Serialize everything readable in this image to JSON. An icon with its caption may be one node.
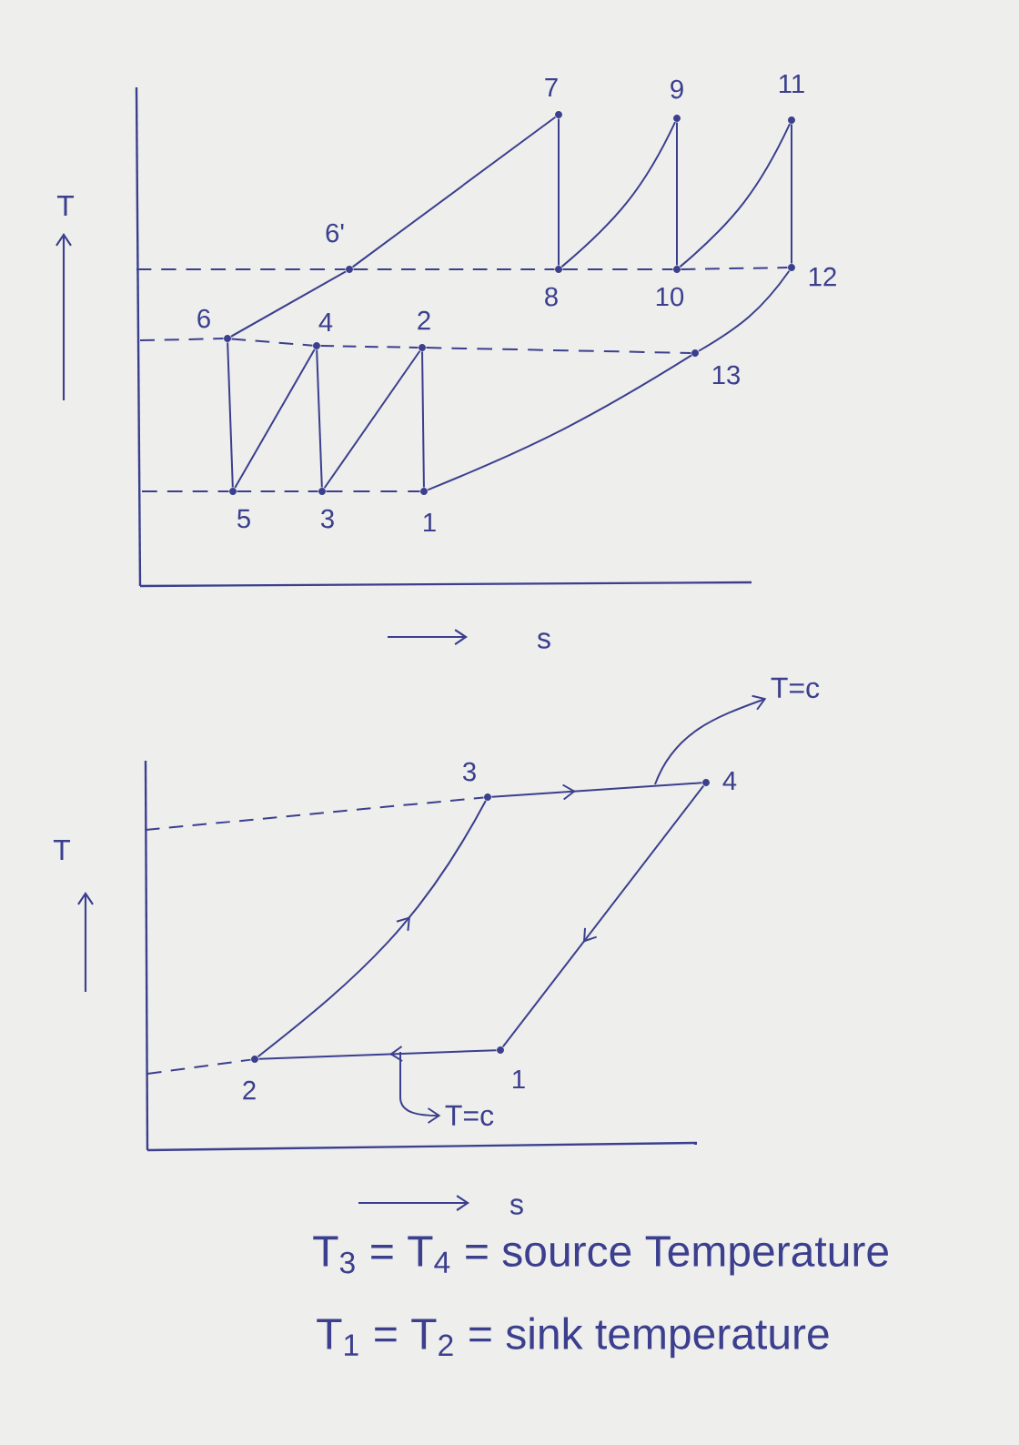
{
  "diagram": {
    "nodes": [
      {
        "text": [],
        "shape": "circle",
        "beside": [
          "1"
        ]
      },
      {
        "text": [],
        "shape": "circle",
        "beside": [
          "2"
        ]
      },
      {
        "text": [],
        "shape": "circle",
        "beside": [
          "3"
        ]
      },
      {
        "text": [],
        "shape": "circle",
        "beside": [
          "4"
        ]
      },
      {
        "text": [],
        "shape": "circle",
        "beside": [
          "5"
        ]
      },
      {
        "text": [],
        "shape": "circle",
        "beside": [
          "6"
        ]
      },
      {
        "text": [],
        "shape": "circle",
        "beside": [
          "6'"
        ]
      },
      {
        "text": [],
        "shape": "circle",
        "beside": [
          "7"
        ]
      },
      {
        "text": [],
        "shape": "circle",
        "beside": [
          "8"
        ]
      },
      {
        "text": [],
        "shape": "circle",
        "beside": [
          "9"
        ]
      },
      {
        "text": [],
        "shape": "circle",
        "beside": [
          "10"
        ]
      },
      {
        "text": [],
        "shape": "circle",
        "beside": [
          "11"
        ]
      },
      {
        "text": [],
        "shape": "circle",
        "beside": [
          "12"
        ]
      },
      {
        "text": [],
        "shape": "circle",
        "beside": [
          "13"
        ]
      },
      {
        "text": [],
        "shape": "circle",
        "beside": [
          "1"
        ]
      },
      {
        "text": [],
        "shape": "circle",
        "beside": [
          "2"
        ]
      },
      {
        "text": [],
        "shape": "circle",
        "beside": [
          "3"
        ]
      },
      {
        "text": [],
        "shape": "circle",
        "beside": [
          "4"
        ]
      },
      {
        "text": [
          "T=c"
        ]
      },
      {
        "text": [
          "T=c"
        ]
      }
    ],
    "edges": [
      {
        "from": 0,
        "to": 1,
        "arrow": "none"
      },
      {
        "from": 1,
        "to": 2,
        "arrow": "none"
      },
      {
        "from": 2,
        "to": 3,
        "arrow": "none"
      },
      {
        "from": 3,
        "to": 4,
        "arrow": "none"
      },
      {
        "from": 4,
        "to": 5,
        "arrow": "none"
      },
      {
        "from": 5,
        "to": 6,
        "arrow": "none"
      },
      {
        "from": 6,
        "to": 7,
        "arrow": "none"
      },
      {
        "from": 7,
        "to": 8,
        "arrow": "none"
      },
      {
        "from": 8,
        "to": 9,
        "arrow": "none"
      },
      {
        "from": 9,
        "to": 10,
        "arrow": "none"
      },
      {
        "from": 10,
        "to": 11,
        "arrow": "none"
      },
      {
        "from": 11,
        "to": 12,
        "arrow": "none"
      },
      {
        "from": 12,
        "to": 13,
        "arrow": "none"
      },
      {
        "from": 13,
        "to": 0,
        "arrow": "none"
      },
      {
        "from": null,
        "to": 6,
        "arrow": "none",
        "style": "dashed"
      },
      {
        "from": 6,
        "to": 8,
        "arrow": "none",
        "style": "dashed"
      },
      {
        "from": 8,
        "to": 10,
        "arrow": "none",
        "style": "dashed"
      },
      {
        "from": 10,
        "to": 12,
        "arrow": "none",
        "style": "dashed"
      },
      {
        "from": null,
        "to": 5,
        "arrow": "none",
        "style": "dashed"
      },
      {
        "from": 5,
        "to": 3,
        "arrow": "none",
        "style": "dashed"
      },
      {
        "from": 3,
        "to": 1,
        "arrow": "none",
        "style": "dashed"
      },
      {
        "from": 1,
        "to": 13,
        "arrow": "none",
        "style": "dashed"
      },
      {
        "from": null,
        "to": 4,
        "arrow": "none",
        "style": "dashed"
      },
      {
        "from": 4,
        "to": 2,
        "arrow": "none",
        "style": "dashed"
      },
      {
        "from": 2,
        "to": 0,
        "arrow": "none",
        "style": "dashed"
      },
      {
        "from": 14,
        "to": 15,
        "arrow": "to"
      },
      {
        "from": 15,
        "to": 16,
        "arrow": "to"
      },
      {
        "from": 16,
        "to": 17,
        "arrow": "to"
      },
      {
        "from": 17,
        "to": 14,
        "arrow": "to"
      },
      {
        "from": null,
        "to": 16,
        "arrow": "none",
        "style": "dashed"
      },
      {
        "from": null,
        "to": 15,
        "arrow": "none",
        "style": "dashed"
      },
      {
        "from": null,
        "to": 18,
        "arrow": "to"
      },
      {
        "from": null,
        "to": 19,
        "arrow": "to"
      }
    ],
    "labels": [
      "T",
      "s",
      "T",
      "s",
      "T$_{3}$ = T$_{4}$ = source Temperature",
      "T$_{1}$ = T$_{2}$ = sink temperature"
    ]
  }
}
